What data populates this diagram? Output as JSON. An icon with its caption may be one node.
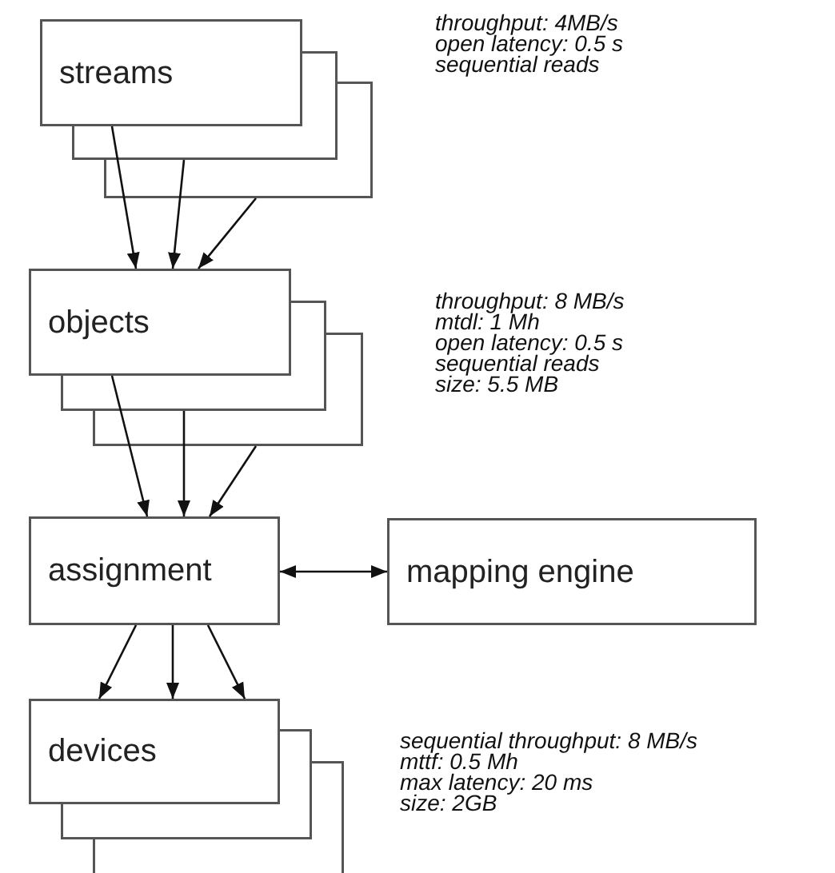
{
  "diagram": {
    "nodes": [
      {
        "text": [
          "streams"
        ]
      },
      {
        "text": [
          "objects"
        ]
      },
      {
        "text": [
          "assignment"
        ]
      },
      {
        "text": [
          "mapping engine"
        ]
      },
      {
        "text": [
          "devices"
        ]
      }
    ],
    "edges": [
      {
        "from": 0,
        "to": 1,
        "arrow": "to"
      },
      {
        "from": 0,
        "to": 1,
        "arrow": "to"
      },
      {
        "from": 0,
        "to": 1,
        "arrow": "to"
      },
      {
        "from": 1,
        "to": 2,
        "arrow": "to"
      },
      {
        "from": 1,
        "to": 2,
        "arrow": "to"
      },
      {
        "from": 1,
        "to": 2,
        "arrow": "to"
      },
      {
        "from": 2,
        "to": 3,
        "arrow": "both"
      },
      {
        "from": 2,
        "to": 4,
        "arrow": "to"
      },
      {
        "from": 2,
        "to": 4,
        "arrow": "to"
      },
      {
        "from": 2,
        "to": 4,
        "arrow": "to"
      }
    ],
    "labels": [
      "throughput: 4MB/s",
      "open latency: 0.5 s",
      "sequential reads",
      "throughput: 8 MB/s",
      "mtdl: 1 Mh",
      "open latency: 0.5 s",
      "sequential reads",
      "size: 5.5 MB",
      "sequential throughput: 8 MB/s",
      "mttf: 0.5 Mh",
      "max latency: 20 ms",
      "size: 2GB"
    ]
  }
}
